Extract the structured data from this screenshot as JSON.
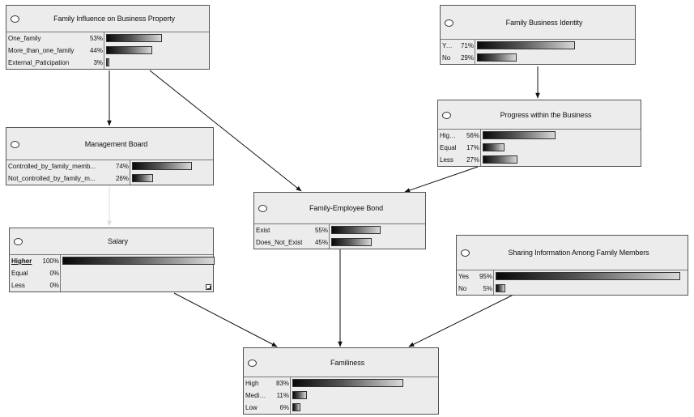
{
  "nodes": [
    {
      "id": "family-influence",
      "title": "Family Influence on Business Property",
      "states": [
        {
          "label": "One_family",
          "pct": "53%",
          "value": 53
        },
        {
          "label": "More_than_one_family",
          "pct": "44%",
          "value": 44
        },
        {
          "label": "External_Paticipation",
          "pct": "3%",
          "value": 3
        }
      ]
    },
    {
      "id": "business-identity",
      "title": "Family Business Identity",
      "states": [
        {
          "label": "Yes",
          "pct": "71%",
          "value": 71
        },
        {
          "label": "No",
          "pct": "29%",
          "value": 29
        }
      ]
    },
    {
      "id": "progress",
      "title": "Progress within the Business",
      "states": [
        {
          "label": "Higher",
          "pct": "56%",
          "value": 56
        },
        {
          "label": "Equal",
          "pct": "17%",
          "value": 17
        },
        {
          "label": "Less",
          "pct": "27%",
          "value": 27
        }
      ]
    },
    {
      "id": "management-board",
      "title": "Management Board",
      "states": [
        {
          "label": "Controlled_by_family_memb...",
          "pct": "74%",
          "value": 74
        },
        {
          "label": "Not_controlled_by_family_m...",
          "pct": "26%",
          "value": 26
        }
      ]
    },
    {
      "id": "family-employee",
      "title": "Family-Employee Bond",
      "states": [
        {
          "label": "Exist",
          "pct": "55%",
          "value": 55
        },
        {
          "label": "Does_Not_Exist",
          "pct": "45%",
          "value": 45
        }
      ]
    },
    {
      "id": "salary",
      "title": "Salary",
      "resize": true,
      "states": [
        {
          "label": "Higher",
          "pct": "100%",
          "value": 100,
          "selected": true
        },
        {
          "label": "Equal",
          "pct": "0%",
          "value": 0
        },
        {
          "label": "Less",
          "pct": "0%",
          "value": 0
        }
      ]
    },
    {
      "id": "sharing-info",
      "title": "Sharing Information Among Family Members",
      "states": [
        {
          "label": "Yes",
          "pct": "95%",
          "value": 95
        },
        {
          "label": "No",
          "pct": "5%",
          "value": 5
        }
      ]
    },
    {
      "id": "familiness",
      "title": "Familiness",
      "states": [
        {
          "label": "High",
          "pct": "83%",
          "value": 83
        },
        {
          "label": "Medium",
          "pct": "11%",
          "value": 11
        },
        {
          "label": "Low",
          "pct": "6%",
          "value": 6
        }
      ]
    }
  ],
  "edges": [
    {
      "from": "family-influence",
      "to": "management-board"
    },
    {
      "from": "family-influence",
      "to": "family-employee"
    },
    {
      "from": "business-identity",
      "to": "progress"
    },
    {
      "from": "progress",
      "to": "family-employee"
    },
    {
      "from": "management-board",
      "to": "salary",
      "color": "#dddddd"
    },
    {
      "from": "family-employee",
      "to": "familiness"
    },
    {
      "from": "salary",
      "to": "familiness"
    },
    {
      "from": "sharing-info",
      "to": "familiness"
    }
  ]
}
